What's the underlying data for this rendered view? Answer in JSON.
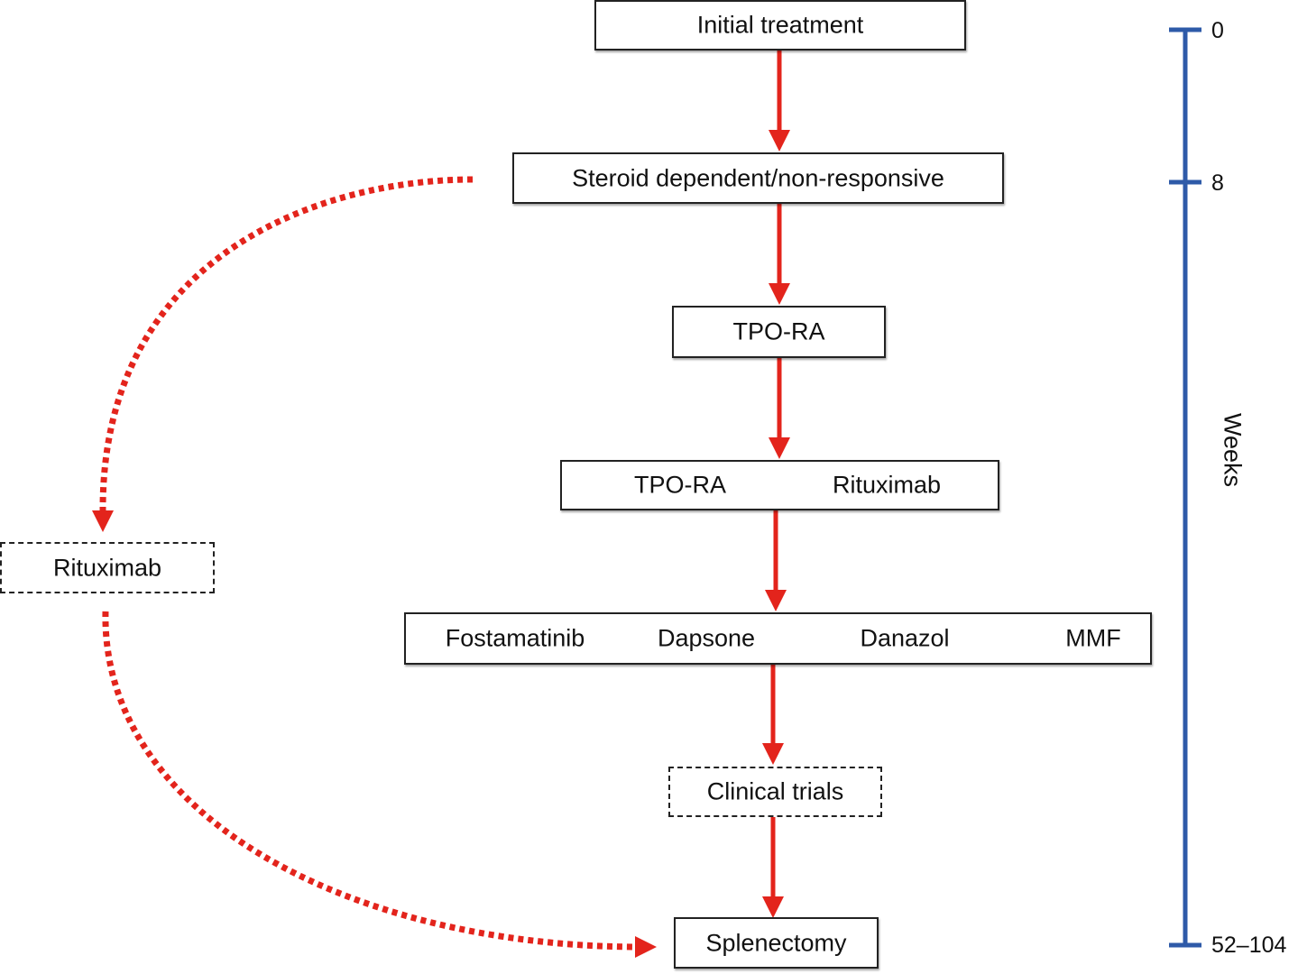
{
  "nodes": {
    "initial_treatment": "Initial treatment",
    "steroid": "Steroid dependent/non-responsive",
    "tpo_ra": "TPO-RA",
    "combo": {
      "left": "TPO-RA",
      "right": "Rituximab"
    },
    "second_line": [
      "Fostamatinib",
      "Dapsone",
      "Danazol",
      "MMF"
    ],
    "clinical_trials": "Clinical trials",
    "splenectomy": "Splenectomy",
    "side_rituximab": "Rituximab"
  },
  "timeline": {
    "ticks": [
      "0",
      "8",
      "52–104"
    ],
    "axis_title": "Weeks"
  },
  "colors": {
    "flow_arrow": "#e3241c",
    "timeline": "#2e5aa8",
    "border": "#222222"
  }
}
